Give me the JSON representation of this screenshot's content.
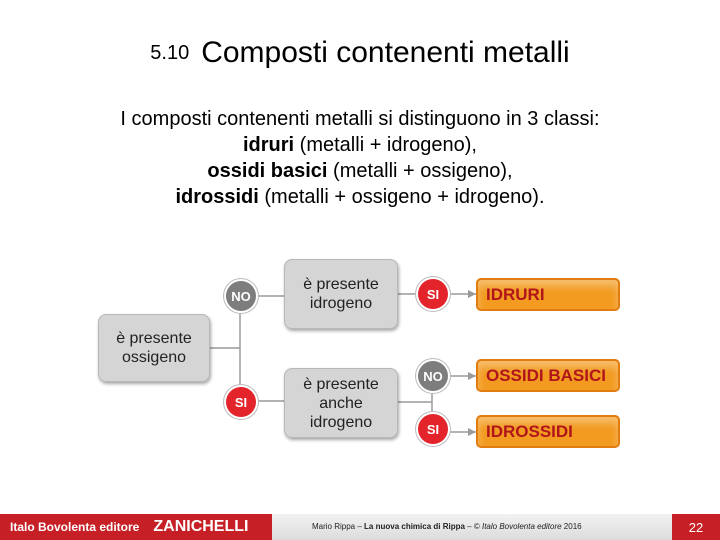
{
  "title": {
    "number": "5.10",
    "text": "Composti contenenti metalli"
  },
  "intro": {
    "line1": "I composti contenenti metalli si distinguono in 3 classi:",
    "line2_bold": "idruri",
    "line2_rest": " (metalli + idrogeno),",
    "line3_bold": "ossidi basici",
    "line3_rest": " (metalli + ossigeno),",
    "line4_bold": "idrossidi",
    "line4_rest": " (metalli + ossigeno + idrogeno)."
  },
  "diagram": {
    "root_box": "è presente ossigeno",
    "root_no": "NO",
    "root_si": "SI",
    "box_hydrogen": "è presente idrogeno",
    "box_also_hydrogen": "è presente anche idrogeno",
    "hydrogen_si": "SI",
    "also_no": "NO",
    "also_si": "SI",
    "result_idruri": "IDRURI",
    "result_ossidi": "OSSIDI BASICI",
    "result_idrossidi": "IDROSSIDI",
    "colors": {
      "accent": "#f29b20",
      "result_text": "#b0151c",
      "yes": "#e3242b",
      "no": "#7d7d7d"
    }
  },
  "footer": {
    "brand_italo": "Italo Bovolenta editore",
    "brand_zanichelli": "ZANICHELLI",
    "author": "Mario Rippa – ",
    "book": "La nuova chimica di Rippa",
    "dash": " – © ",
    "publisher": "Italo Bovolenta editore",
    "year": " 2016",
    "page": "22",
    "brand_color": "#c71f26"
  }
}
